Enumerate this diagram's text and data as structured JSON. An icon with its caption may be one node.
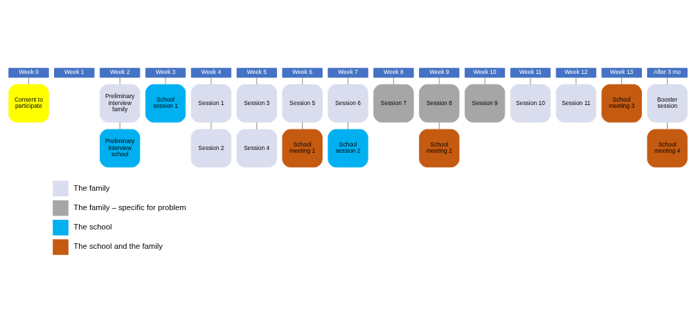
{
  "diagram": {
    "nodes": [
      {
        "text": [
          "Week 0"
        ]
      },
      {
        "text": [
          "Consent to participate"
        ]
      },
      {
        "text": [
          "Week 1"
        ]
      },
      {
        "text": [
          "Week 2"
        ]
      },
      {
        "text": [
          "Preliminary interview family"
        ]
      },
      {
        "text": [
          "Preliminary interview school"
        ]
      },
      {
        "text": [
          "Week 3"
        ]
      },
      {
        "text": [
          "School session 1"
        ]
      },
      {
        "text": [
          "Week 4"
        ]
      },
      {
        "text": [
          "Session 1"
        ]
      },
      {
        "text": [
          "Session 2"
        ]
      },
      {
        "text": [
          "Week 5"
        ]
      },
      {
        "text": [
          "Session 3"
        ]
      },
      {
        "text": [
          "Session 4"
        ]
      },
      {
        "text": [
          "Week 6"
        ]
      },
      {
        "text": [
          "Session 5"
        ]
      },
      {
        "text": [
          "School meeting 1"
        ]
      },
      {
        "text": [
          "Week 7"
        ]
      },
      {
        "text": [
          "Session 6"
        ]
      },
      {
        "text": [
          "School session 2"
        ]
      },
      {
        "text": [
          "Week 8"
        ]
      },
      {
        "text": [
          "Session 7"
        ]
      },
      {
        "text": [
          "Week 9"
        ]
      },
      {
        "text": [
          "Session 8"
        ]
      },
      {
        "text": [
          "School meeting 2"
        ]
      },
      {
        "text": [
          "Week 10"
        ]
      },
      {
        "text": [
          "Session 9"
        ]
      },
      {
        "text": [
          "Week 11"
        ]
      },
      {
        "text": [
          "Session 10"
        ]
      },
      {
        "text": [
          "Week 12"
        ]
      },
      {
        "text": [
          "Session 11"
        ]
      },
      {
        "text": [
          "Week 13"
        ]
      },
      {
        "text": [
          "School meeting 3"
        ]
      },
      {
        "text": [
          "After 3 mo"
        ]
      },
      {
        "text": [
          "Booster session"
        ]
      },
      {
        "text": [
          "School meeting 4"
        ]
      }
    ],
    "edges": [
      {
        "from": 0,
        "to": 1,
        "arrow": "none"
      },
      {
        "from": 3,
        "to": 4,
        "arrow": "none"
      },
      {
        "from": 4,
        "to": 5,
        "arrow": "none"
      },
      {
        "from": 6,
        "to": 7,
        "arrow": "none"
      },
      {
        "from": 8,
        "to": 9,
        "arrow": "none"
      },
      {
        "from": 9,
        "to": 10,
        "arrow": "none"
      },
      {
        "from": 11,
        "to": 12,
        "arrow": "none"
      },
      {
        "from": 12,
        "to": 13,
        "arrow": "none"
      },
      {
        "from": 14,
        "to": 15,
        "arrow": "none"
      },
      {
        "from": 15,
        "to": 16,
        "arrow": "none"
      },
      {
        "from": 17,
        "to": 18,
        "arrow": "none"
      },
      {
        "from": 18,
        "to": 19,
        "arrow": "none"
      },
      {
        "from": 20,
        "to": 21,
        "arrow": "none"
      },
      {
        "from": 22,
        "to": 23,
        "arrow": "none"
      },
      {
        "from": 23,
        "to": 24,
        "arrow": "none"
      },
      {
        "from": 25,
        "to": 26,
        "arrow": "none"
      },
      {
        "from": 27,
        "to": 28,
        "arrow": "none"
      },
      {
        "from": 29,
        "to": 30,
        "arrow": "none"
      },
      {
        "from": 31,
        "to": 32,
        "arrow": "none"
      },
      {
        "from": 33,
        "to": 34,
        "arrow": "none"
      },
      {
        "from": 34,
        "to": 35,
        "arrow": "none"
      }
    ],
    "legend": [
      {
        "text": "The family",
        "color": "#d9ddee"
      },
      {
        "text": "The family – specific for problem",
        "color": "#a6a6a6"
      },
      {
        "text": "The school",
        "color": "#00b0f0"
      },
      {
        "text": "The school and the family",
        "color": "#c55a11"
      }
    ]
  }
}
